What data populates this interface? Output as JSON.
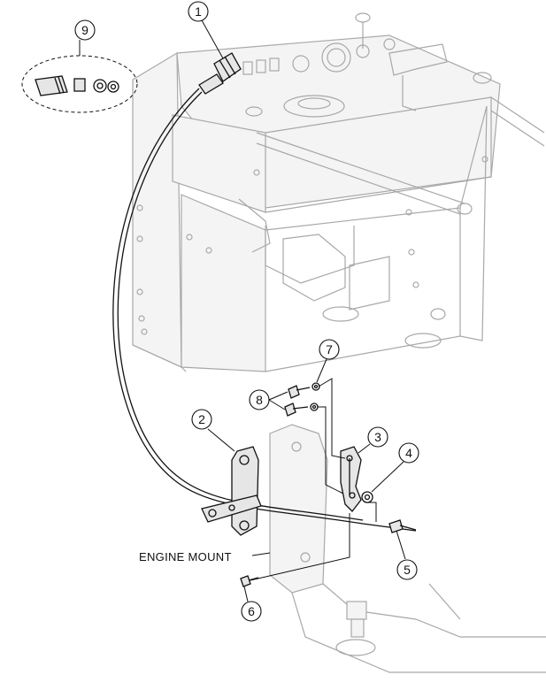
{
  "callouts": [
    {
      "id": "1",
      "label": "1"
    },
    {
      "id": "2",
      "label": "2"
    },
    {
      "id": "3",
      "label": "3"
    },
    {
      "id": "4",
      "label": "4"
    },
    {
      "id": "5",
      "label": "5"
    },
    {
      "id": "6",
      "label": "6"
    },
    {
      "id": "7",
      "label": "7"
    },
    {
      "id": "8",
      "label": "8"
    },
    {
      "id": "9",
      "label": "9"
    }
  ],
  "labels": {
    "engine_mount": "ENGINE MOUNT"
  },
  "colors": {
    "ink": "#111111",
    "ghost": "#a8a8a8"
  }
}
